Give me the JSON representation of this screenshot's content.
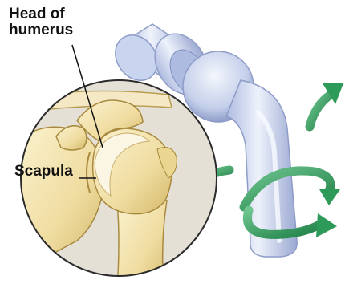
{
  "labels": {
    "head_of_humerus": [
      "Head of",
      "humerus"
    ],
    "scapula": "Scapula"
  },
  "colors": {
    "bone": "#f3e6b8",
    "bone_shadow": "#d8c07a",
    "cartilage": "#fbf7ea",
    "inset_bg": "#e9e6df",
    "inset_border": "#2b2b2b",
    "model": "#c9d4ee",
    "model_light": "#eef2fb",
    "model_dark": "#8e9cc8",
    "arrow": "#2e9a5a",
    "arrow_light": "#6fc58f",
    "text": "#111111"
  },
  "icons": {
    "ball_and_socket_model": "ball-and-socket-joint-model",
    "rotation_arrows": [
      "curved-arrow-up-right",
      "curved-arrow-left",
      "circular-rotation-arrow-upper",
      "circular-rotation-arrow-lower"
    ]
  }
}
